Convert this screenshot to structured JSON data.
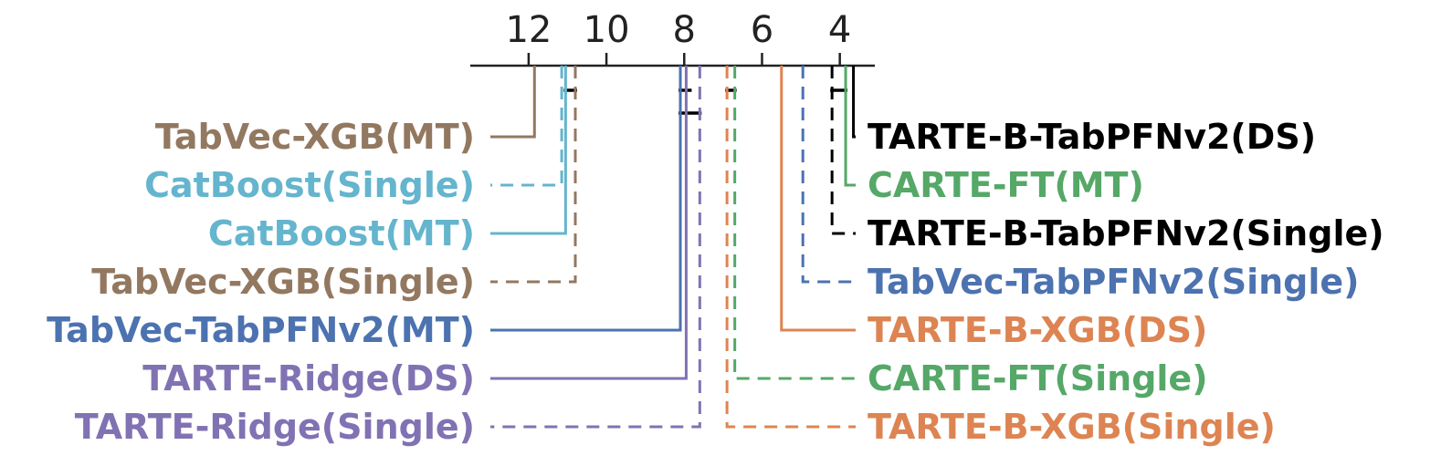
{
  "chart_data": {
    "type": "critical-difference",
    "axis": {
      "ticks": [
        12,
        10,
        8,
        6,
        4
      ],
      "range": [
        13.5,
        3.1
      ],
      "direction": "reversed"
    },
    "colors": {
      "brown": "#937860",
      "cyan": "#64B5CD",
      "blue": "#4C72B0",
      "purple": "#8172B3",
      "black": "#000000",
      "green": "#55A868",
      "orange": "#DD8452"
    },
    "methods_left": [
      {
        "label": "TabVec-XGB(MT)",
        "rank": 11.85,
        "color": "#937860",
        "dashed": false
      },
      {
        "label": "CatBoost(Single)",
        "rank": 11.15,
        "color": "#64B5CD",
        "dashed": true
      },
      {
        "label": "CatBoost(MT)",
        "rank": 11.05,
        "color": "#64B5CD",
        "dashed": false
      },
      {
        "label": "TabVec-XGB(Single)",
        "rank": 10.8,
        "color": "#937860",
        "dashed": true
      },
      {
        "label": "TabVec-TabPFNv2(MT)",
        "rank": 8.1,
        "color": "#4C72B0",
        "dashed": false
      },
      {
        "label": "TARTE-Ridge(DS)",
        "rank": 7.95,
        "color": "#8172B3",
        "dashed": false
      },
      {
        "label": "TARTE-Ridge(Single)",
        "rank": 7.6,
        "color": "#8172B3",
        "dashed": true
      }
    ],
    "methods_right": [
      {
        "label": "TARTE-B-TabPFNv2(DS)",
        "rank": 3.65,
        "color": "#000000",
        "dashed": false
      },
      {
        "label": "CARTE-FT(MT)",
        "rank": 3.85,
        "color": "#55A868",
        "dashed": false
      },
      {
        "label": "TARTE-B-TabPFNv2(Single)",
        "rank": 4.2,
        "color": "#000000",
        "dashed": true
      },
      {
        "label": "TabVec-TabPFNv2(Single)",
        "rank": 4.95,
        "color": "#4C72B0",
        "dashed": true
      },
      {
        "label": "TARTE-B-XGB(DS)",
        "rank": 5.5,
        "color": "#DD8452",
        "dashed": false
      },
      {
        "label": "CARTE-FT(Single)",
        "rank": 6.7,
        "color": "#55A868",
        "dashed": true
      },
      {
        "label": "TARTE-B-XGB(Single)",
        "rank": 6.9,
        "color": "#DD8452",
        "dashed": true
      }
    ],
    "cliques": [
      {
        "from": 11.05,
        "to": 10.8
      },
      {
        "from": 8.1,
        "to": 7.6
      },
      {
        "from": 6.9,
        "to": 6.7
      },
      {
        "from": 4.2,
        "to": 3.85
      }
    ]
  }
}
